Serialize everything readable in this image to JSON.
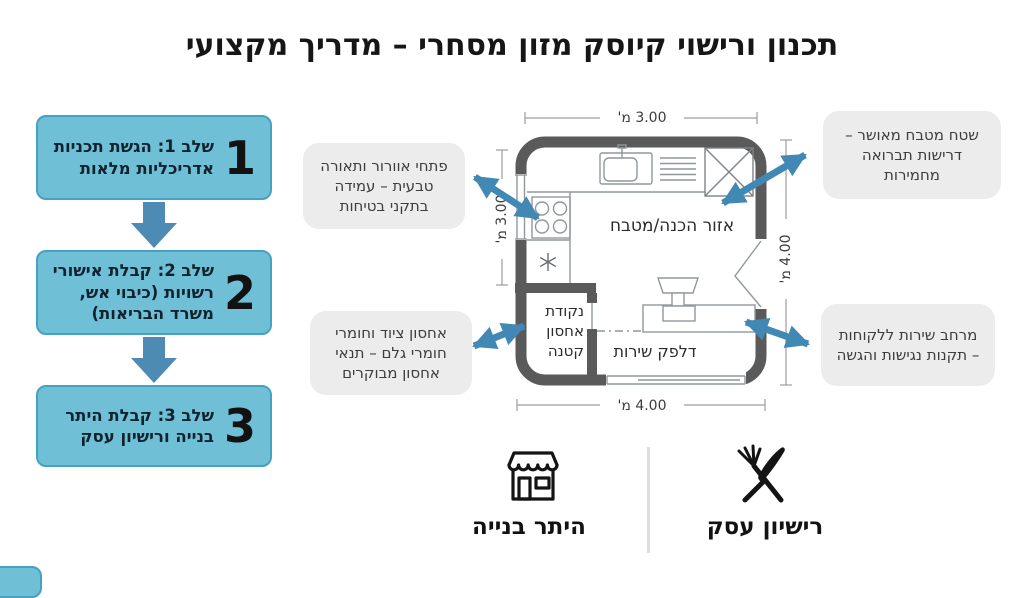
{
  "title": "תכנון ורישוי קיוסק מזון מסחרי – מדריך מקצועי",
  "steps": [
    {
      "number": "1",
      "label": "שלב 1: הגשת תכניות אדריכליות מלאות"
    },
    {
      "number": "2",
      "label": "שלב 2: קבלת אישורי רשויות (כיבוי אש, משרד הבריאות)"
    },
    {
      "number": "3",
      "label": "שלב 3: קבלת היתר בנייה ורישיון עסק"
    }
  ],
  "callouts": {
    "top_left": "פתחי אוורור ותאורה טבעית – עמידה בתקני בטיחות",
    "top_right": "שטח מטבח מאושר – דרישות תברואה מחמירות",
    "bottom_left": "אחסון ציוד וחומרי חומרי גלם – תנאי אחסון מבוקרים",
    "bottom_right": "מרחב שירות ללקוחות – תקנות נגישות והגשה"
  },
  "floor_plan": {
    "labels": {
      "kitchen_area": "אזור הכנה/מטבח",
      "service_counter": "דלפק שירות"
    },
    "storage_lines": [
      "נקודת",
      "אחסון",
      "קטנה"
    ],
    "dims": {
      "top": "3.00 מ'",
      "bottom": "4.00 מ'",
      "left": "3.00 מ'",
      "right": "4.00 מ'"
    },
    "fixtures": [
      "sink",
      "drainboard",
      "stove-4-burner",
      "asterisk-symbol",
      "x-box-shaft",
      "cash-register",
      "service-counter",
      "door-opening",
      "window",
      "service-window"
    ]
  },
  "legend": {
    "building_permit": "היתר בנייה",
    "business_license": "רישיון עסק"
  },
  "colors": {
    "step_fill": "#6fbfd6",
    "step_border": "#46a2c0",
    "flow_arrow": "#4d8ab4",
    "pointer_arrow": "#4189b4",
    "callout_bg": "#ececec",
    "wall": "#5a5a5a",
    "thin_line": "#90989c",
    "dim_line": "#9d9d9d",
    "text_dark": "#161616"
  }
}
